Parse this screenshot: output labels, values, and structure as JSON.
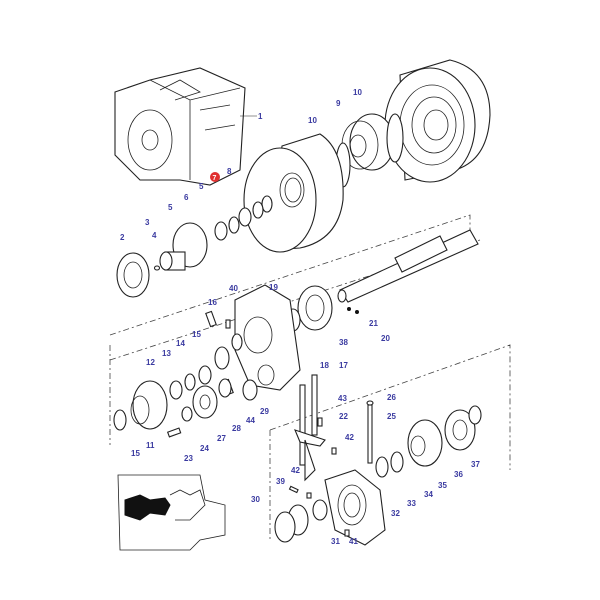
{
  "diagram": {
    "callouts": [
      "1",
      "10",
      "9",
      "10",
      "8",
      "7",
      "5",
      "6",
      "5",
      "3",
      "4",
      "2",
      "40",
      "16",
      "19",
      "21",
      "20",
      "38",
      "15",
      "14",
      "13",
      "12",
      "18",
      "17",
      "43",
      "26",
      "22",
      "25",
      "29",
      "44",
      "28",
      "27",
      "11",
      "15",
      "24",
      "23",
      "42",
      "42",
      "39",
      "30",
      "31",
      "41",
      "32",
      "33",
      "34",
      "35",
      "36",
      "37"
    ],
    "highlighted_callout": "7",
    "colors": {
      "callout_text": "#3a3aa0",
      "highlight": "#e03030",
      "line": "#222222"
    }
  }
}
